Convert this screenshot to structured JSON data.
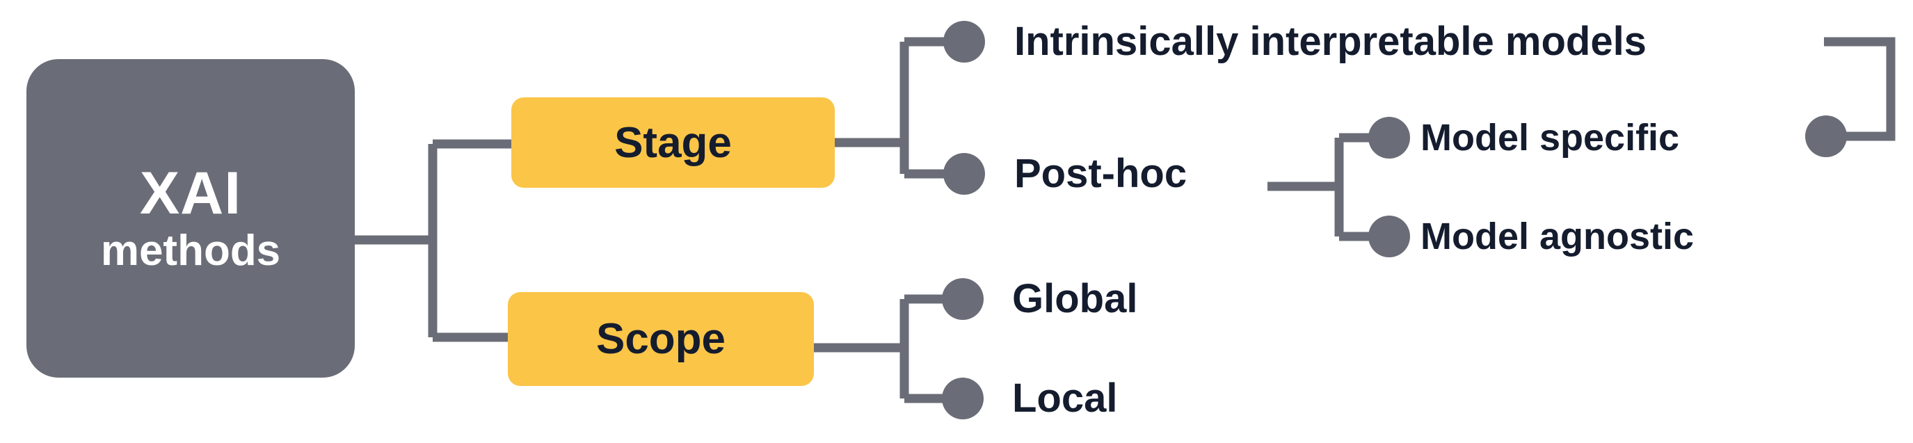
{
  "diagram": {
    "title": "XAI methods taxonomy",
    "colors": {
      "root_fill": "#6a6d77",
      "branch_fill": "#fbc548",
      "edge": "#6a6d77",
      "dot": "#6a6d77",
      "leaf_text": "#141c2e",
      "root_text": "#ffffff",
      "branch_text": "#141c2e",
      "background": "#ffffff"
    }
  },
  "root": {
    "title": "XAI",
    "subtitle": "methods"
  },
  "branches": [
    {
      "label": "Stage"
    },
    {
      "label": "Scope"
    }
  ],
  "leaves": {
    "intrinsic": "Intrinsically interpretable models",
    "posthoc": "Post-hoc",
    "model_specific": "Model specific",
    "model_agnostic": "Model agnostic",
    "global": "Global",
    "local": "Local"
  },
  "chart_data": {
    "type": "tree",
    "title": "XAI methods",
    "nodes": [
      {
        "id": "root",
        "label": "XAI methods",
        "level": 0,
        "shape": "rounded-rect",
        "fill": "#6a6d77"
      },
      {
        "id": "stage",
        "label": "Stage",
        "level": 1,
        "parent": "root",
        "shape": "rounded-rect",
        "fill": "#fbc548"
      },
      {
        "id": "scope",
        "label": "Scope",
        "level": 1,
        "parent": "root",
        "shape": "rounded-rect",
        "fill": "#fbc548"
      },
      {
        "id": "intrinsic",
        "label": "Intrinsically interpretable models",
        "level": 2,
        "parent": "stage",
        "shape": "dot"
      },
      {
        "id": "posthoc",
        "label": "Post-hoc",
        "level": 2,
        "parent": "stage",
        "shape": "dot"
      },
      {
        "id": "model_specific",
        "label": "Model specific",
        "level": 3,
        "parent": "posthoc",
        "shape": "dot"
      },
      {
        "id": "model_agnostic",
        "label": "Model agnostic",
        "level": 3,
        "parent": "posthoc",
        "shape": "dot"
      },
      {
        "id": "global",
        "label": "Global",
        "level": 2,
        "parent": "scope",
        "shape": "dot"
      },
      {
        "id": "local",
        "label": "Local",
        "level": 2,
        "parent": "scope",
        "shape": "dot"
      }
    ],
    "extra_links": [
      {
        "from": "intrinsic",
        "to": "model_specific",
        "style": "right-bracket"
      }
    ]
  }
}
